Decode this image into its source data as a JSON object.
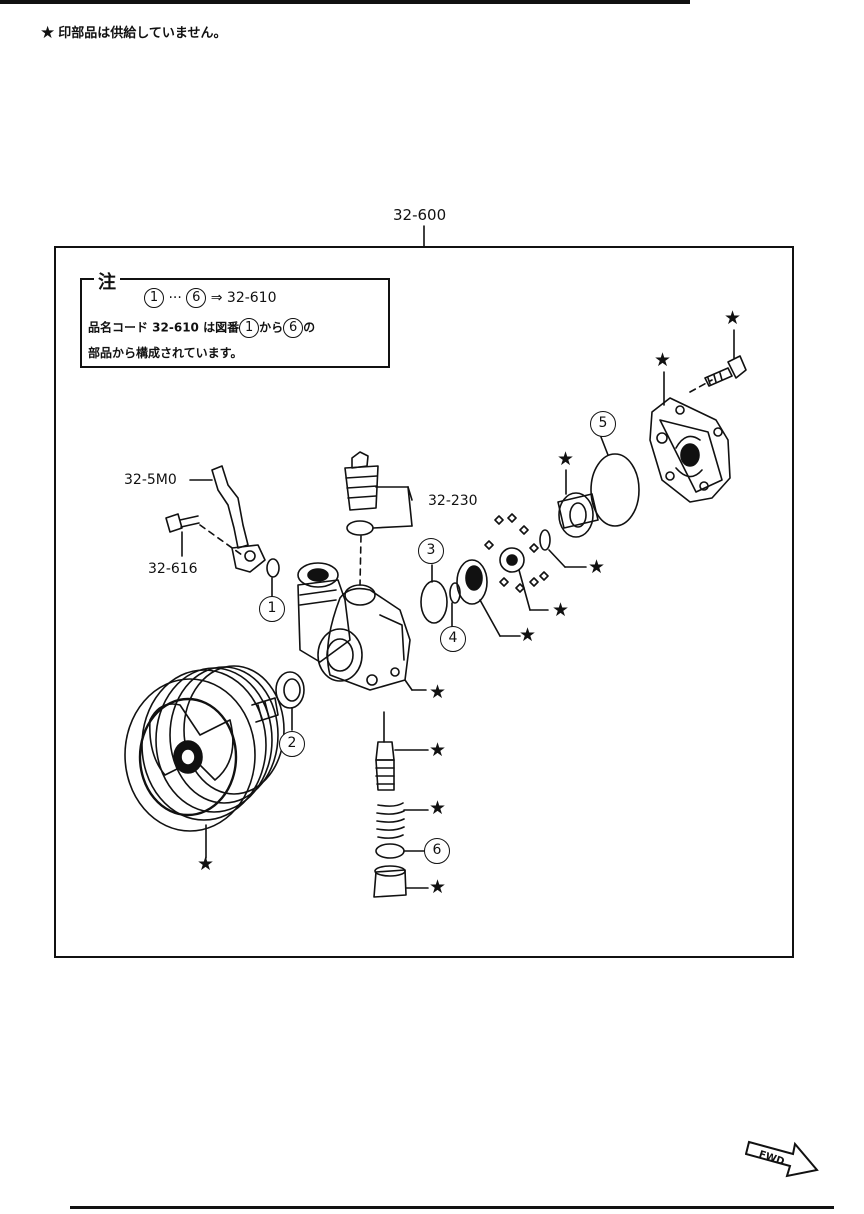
{
  "header": {
    "legend_star": "★",
    "legend_text": "印部品は供給していません。"
  },
  "assembly": {
    "code": "32-600"
  },
  "note": {
    "title": "注",
    "range_from": "1",
    "range_sep": "···",
    "range_to": "6",
    "arrow": "⇒",
    "range_target": "32-610",
    "line2_a": "品名コード 32-610 は図番",
    "line2_from": "1",
    "line2_b": "から",
    "line2_to": "6",
    "line2_c": "の",
    "line3": "部品から構成されています。"
  },
  "parts": {
    "hose": "32-5M0",
    "bolt": "32-616",
    "valve_group": "32-230"
  },
  "callouts": [
    "1",
    "2",
    "3",
    "4",
    "5",
    "6"
  ],
  "star_symbol": "★",
  "fwd": "FWD"
}
